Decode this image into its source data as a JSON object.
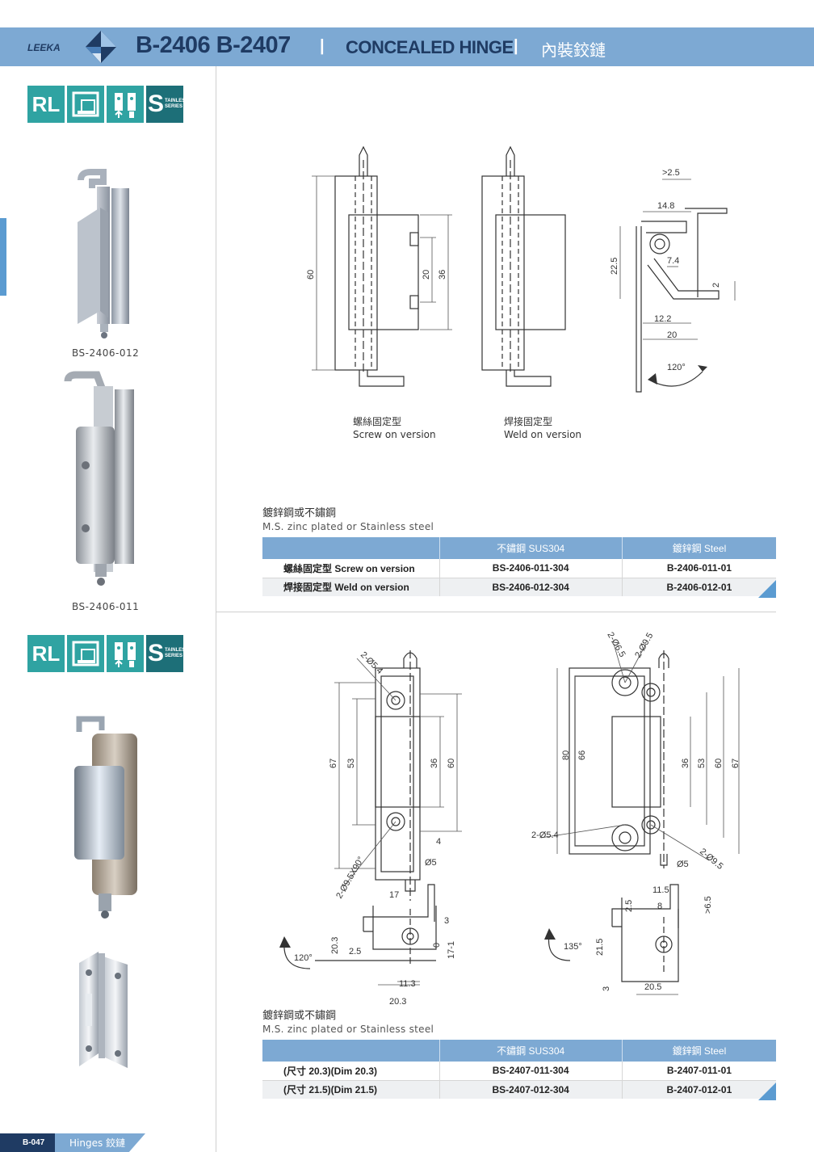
{
  "header": {
    "brand": "LEEKA",
    "models": "B-2406 B-2407",
    "separator": "|",
    "title_en": "CONCEALED HINGE",
    "title_cn": "內裝鉸鏈"
  },
  "badges": {
    "rl": "RL",
    "stainless_letter": "S",
    "stainless_text": "TAINLESS SERIES"
  },
  "products_top": [
    {
      "label": "BS-2406-012"
    },
    {
      "label": "BS-2406-011"
    }
  ],
  "section1": {
    "caption_screw_cn": "螺絲固定型",
    "caption_screw_en": "Screw on version",
    "caption_weld_cn": "焊接固定型",
    "caption_weld_en": "Weld on version",
    "dims": {
      "d60": "60",
      "d20": "20",
      "d36": "36",
      "d22_5": "22.5",
      "dgt2_5": ">2.5",
      "d14_8": "14.8",
      "d7_4": "7.4",
      "d2": "2",
      "d12_2": "12.2",
      "d20b": "20",
      "angle": "120°"
    },
    "material_cn": "鍍鋅鋼或不鏽鋼",
    "material_en": "M.S. zinc plated or Stainless steel",
    "table": {
      "headers": [
        "",
        "不鏽鋼 SUS304",
        "鍍鋅鋼 Steel"
      ],
      "rows": [
        [
          "螺絲固定型 Screw on version",
          "BS-2406-011-304",
          "B-2406-011-01"
        ],
        [
          "焊接固定型 Weld on version",
          "BS-2406-012-304",
          "B-2406-012-01"
        ]
      ]
    }
  },
  "section2": {
    "dims_left": {
      "hole": "2-Ø5.4",
      "d67": "67",
      "d53": "53",
      "d36": "36",
      "d60": "60",
      "d4": "4",
      "pin": "Ø5",
      "csk": "2-Ø9.5X90°",
      "d17": "17",
      "d3": "3",
      "d2_5": "2.5",
      "d0": "0",
      "d17_1": "17-1",
      "d20_3": "20.3",
      "d11_3": "11.3",
      "d20_3b": "20.3",
      "angle": "120°"
    },
    "dims_right": {
      "hole_a": "2-Ø6.5",
      "hole_b": "2-Ø9.5",
      "d80": "80",
      "d66": "66",
      "d36": "36",
      "d53": "53",
      "d60": "60",
      "d67": "67",
      "hole_c": "2-Ø5.4",
      "hole_d": "2-Ø9.5",
      "pin": "Ø5",
      "d11_5": "11.5",
      "d8": "8",
      "d2_5": "2.5",
      "dgt6_5": ">6.5",
      "d21_5": "21.5",
      "d3": "3",
      "d20_5": "20.5",
      "angle": "135°"
    },
    "material_cn": "鍍鋅鋼或不鏽鋼",
    "material_en": "M.S. zinc plated or Stainless steel",
    "table": {
      "headers": [
        "",
        "不鏽鋼 SUS304",
        "鍍鋅鋼 Steel"
      ],
      "rows": [
        [
          "(尺寸 20.3)(Dim 20.3)",
          "BS-2407-011-304",
          "B-2407-011-01"
        ],
        [
          "(尺寸 21.5)(Dim 21.5)",
          "BS-2407-012-304",
          "B-2407-012-01"
        ]
      ]
    }
  },
  "footer": {
    "page": "B-047",
    "section": "Hinges 鉸鏈"
  },
  "colors": {
    "header_bar": "#7da9d3",
    "title_text": "#1f3b63",
    "badge_teal": "#2fa3a2",
    "badge_dark": "#1d6f78",
    "accent_blue": "#5b9bd1"
  }
}
